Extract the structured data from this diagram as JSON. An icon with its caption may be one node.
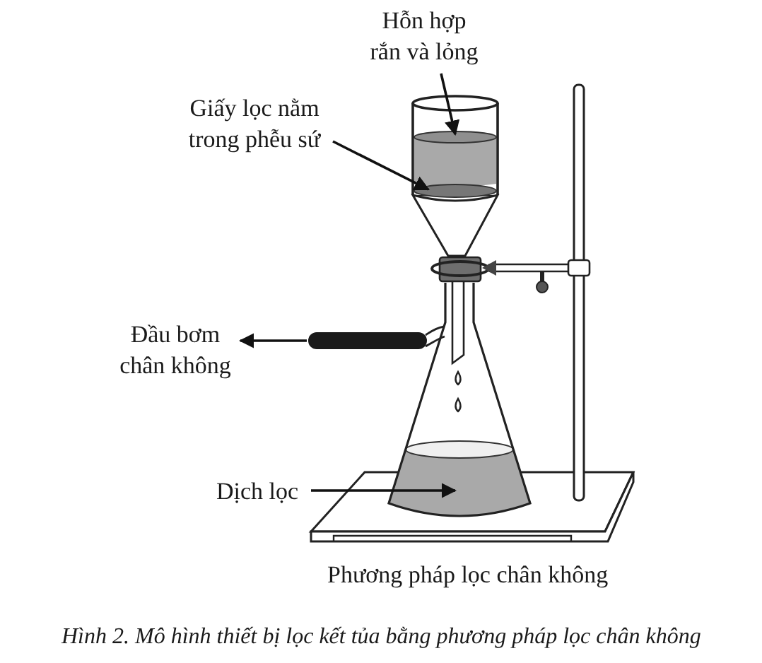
{
  "diagram": {
    "caption": "Hình 2. Mô hình thiết bị lọc kết tủa bằng phương pháp lọc chân không",
    "nodes": [
      {
        "text": [
          "Hỗn hợp rắn và lỏng"
        ]
      },
      {
        "text": [],
        "shape": "cylinder"
      },
      {
        "text": [
          "Giấy lọc nằm trong phễu sứ"
        ]
      },
      {
        "text": [],
        "shape": "ellipse"
      },
      {
        "text": [
          "Đầu bơm chân không"
        ]
      },
      {
        "text": [],
        "shape": "bar"
      },
      {
        "text": [
          "Dịch lọc"
        ]
      },
      {
        "text": [],
        "shape": "cylinder"
      }
    ],
    "edges": [
      {
        "from": 0,
        "to": 1,
        "arrow": "to"
      },
      {
        "from": 2,
        "to": 3,
        "arrow": "to"
      },
      {
        "from": 5,
        "to": 4,
        "arrow": "to"
      },
      {
        "from": 6,
        "to": 7,
        "arrow": "to"
      }
    ],
    "labels": [
      "Phương pháp lọc chân không"
    ]
  }
}
